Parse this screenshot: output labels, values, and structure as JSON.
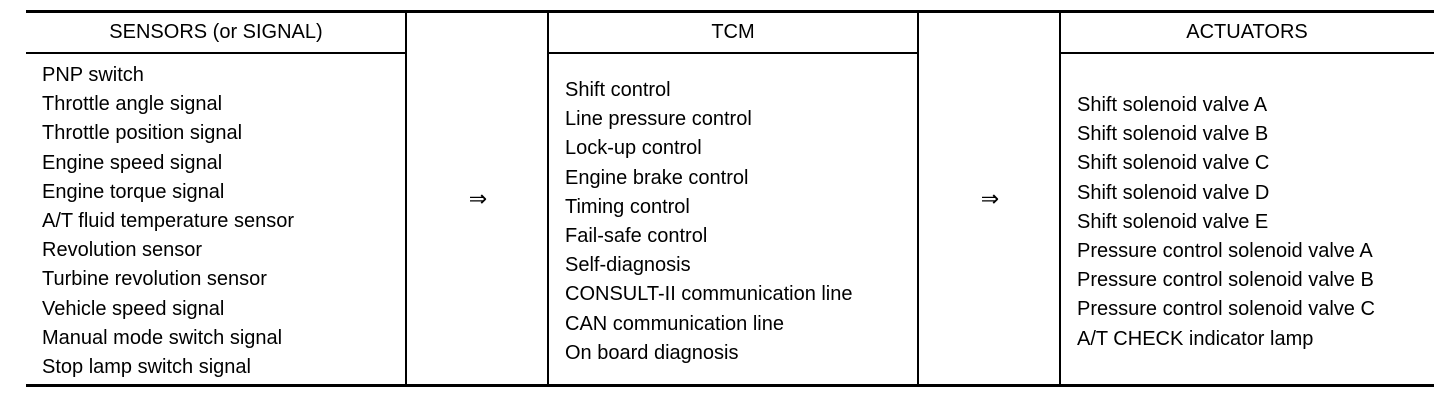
{
  "table": {
    "columns": [
      {
        "header": "SENSORS (or SIGNAL)",
        "items": [
          "PNP switch",
          "Throttle angle signal",
          "Throttle position signal",
          "Engine speed signal",
          "Engine torque signal",
          "A/T fluid temperature sensor",
          "Revolution sensor",
          "Turbine revolution sensor",
          "Vehicle speed signal",
          "Manual mode switch signal",
          "Stop lamp switch signal"
        ]
      },
      {
        "header": "TCM",
        "items": [
          "Shift control",
          "Line pressure control",
          "Lock-up control",
          "Engine brake control",
          "Timing control",
          "Fail-safe control",
          "Self-diagnosis",
          "CONSULT-II communication line",
          "CAN communication line",
          "On board diagnosis"
        ]
      },
      {
        "header": "ACTUATORS",
        "items": [
          "Shift solenoid valve A",
          "Shift solenoid valve B",
          "Shift solenoid valve C",
          "Shift solenoid valve D",
          "Shift solenoid valve E",
          "Pressure control solenoid valve A",
          "Pressure control solenoid valve B",
          "Pressure control solenoid valve C",
          "A/T CHECK indicator lamp"
        ]
      }
    ],
    "arrows": [
      "⇒",
      "⇒"
    ]
  }
}
